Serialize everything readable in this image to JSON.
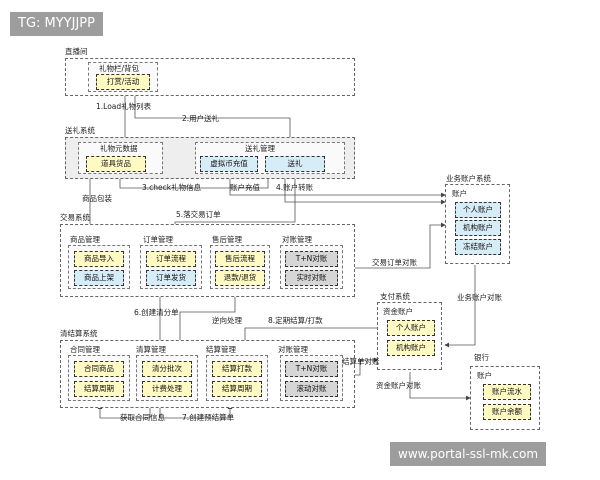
{
  "watermark_top": "TG: MYYJJPP",
  "watermark_bottom": "www.portal-ssl-mk.com",
  "live": {
    "title": "直播间",
    "module": "礼物栏/背包",
    "btn": "打赏/活动"
  },
  "gift_sys": {
    "title": "送礼系统",
    "meta_module": "礼物元数据",
    "meta_btn": "道具货品",
    "gift_module": "送礼管理",
    "recharge_btn": "虚拟币充值",
    "send_btn": "送礼"
  },
  "biz_account": {
    "title": "业务账户系统",
    "label": "账户",
    "items": [
      "个人账户",
      "机构账户",
      "冻结账户"
    ]
  },
  "trade": {
    "title": "交易系统",
    "goods_title": "商品管理",
    "goods_items": [
      "商品导入",
      "商品上架"
    ],
    "order_title": "订单管理",
    "order_items": [
      "订单流程",
      "订单发货"
    ],
    "aftersale_title": "售后管理",
    "aftersale_items": [
      "售后流程",
      "退款/退货"
    ],
    "recon_title": "对账管理",
    "recon_items": [
      "T+N对账",
      "实时对账"
    ]
  },
  "payment": {
    "title": "支付系统",
    "label": "资金账户",
    "items": [
      "个人账户",
      "机构账户"
    ]
  },
  "bank": {
    "title": "银行",
    "label": "账户",
    "items": [
      "账户流水",
      "账户余额"
    ]
  },
  "settle": {
    "title": "清结算系统",
    "contract_title": "合同管理",
    "contract_items": [
      "合同商品",
      "结算周期"
    ],
    "clear_title": "清算管理",
    "clear_items": [
      "清分批次",
      "计费处理"
    ],
    "settle_title": "结算管理",
    "settle_items": [
      "结算打款",
      "结算周期"
    ],
    "recon_title": "对账管理",
    "recon_items": [
      "T+N对账",
      "滚动对账"
    ]
  },
  "flows": {
    "f1": "1.Load礼物列表",
    "f2": "2.用户送礼",
    "f3": "3.check礼物信息",
    "account_recharge": "账户充值",
    "f4": "4.账户转账",
    "goods_pack": "商品包装",
    "f5": "5.落交易订单",
    "trade_recon": "交易订单对账",
    "biz_recon": "业务账户对账",
    "f6": "6.创建清分单",
    "reverse": "逆向处理",
    "f8": "8.定期结算/打款",
    "settle_recon": "结算单对账",
    "fund_recon": "资金账户对账",
    "contract_info": "获取合同信息",
    "f7": "7.创建预结算单"
  }
}
